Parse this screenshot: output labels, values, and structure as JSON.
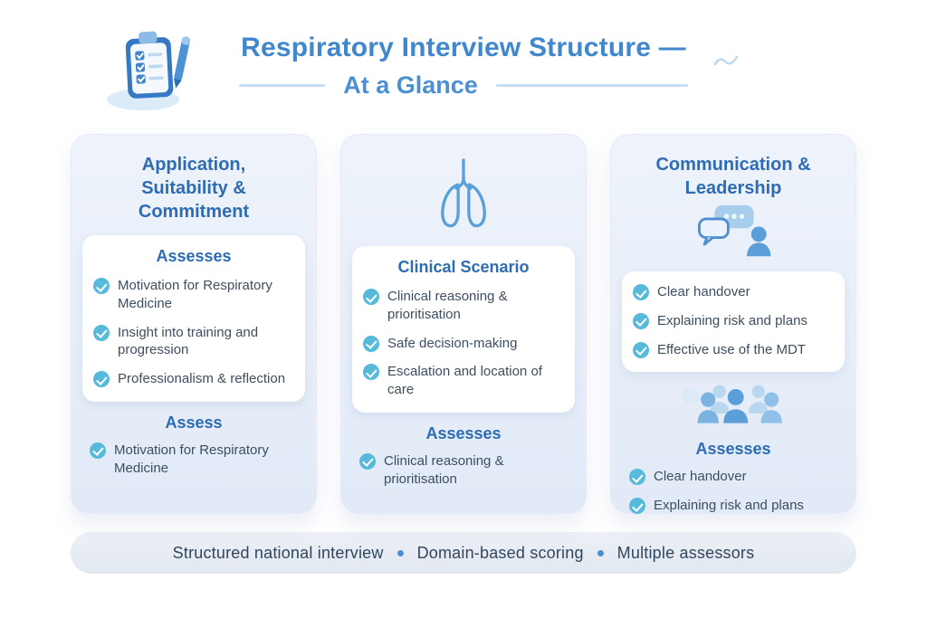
{
  "header": {
    "title_line1": "Respiratory Interview Structure —",
    "title_line2": "At a Glance",
    "icon": "clipboard-icon"
  },
  "columns": [
    {
      "title": "Application, Suitability & Commitment",
      "section1": {
        "heading": "Assesses",
        "items": [
          "Motivation for Respiratory Medicine",
          "Insight into training and progression",
          "Professionalism & reflection"
        ]
      },
      "section2": {
        "heading": "Assess",
        "items": [
          "Motivation for Respiratory Medicine"
        ]
      }
    },
    {
      "icon": "lungs-icon",
      "section1": {
        "heading": "Clinical Scenario",
        "items": [
          "Clinical reasoning & prioritisation",
          "Safe decision-making",
          "Escalation and location of care"
        ]
      },
      "section2": {
        "heading": "Assesses",
        "items": [
          "Clinical reasoning & prioritisation"
        ]
      }
    },
    {
      "title": "Communication & Leadership",
      "icon_top": "chat-bubbles-icon",
      "icon_mid": "people-group-icon",
      "section1": {
        "items": [
          "Clear handover",
          "Explaining risk and plans",
          "Effective use of the MDT"
        ]
      },
      "section2": {
        "heading": "Assesses",
        "items": [
          "Clear handover",
          "Explaining risk and plans"
        ]
      }
    }
  ],
  "footer": {
    "items": [
      "Structured national interview",
      "Domain-based scoring",
      "Multiple assessors"
    ]
  },
  "colors": {
    "title_blue": "#4187ce",
    "heading_blue": "#2d6cb3",
    "check_fill": "#57bada",
    "body_text": "#3d4e60",
    "card_bg": "#ffffff",
    "column_bg": "#e8eef8"
  },
  "icons": {
    "list_marker": "check-icon",
    "header": "clipboard-icon",
    "middle_column": "lungs-icon",
    "right_column_top": "chat-bubbles-icon",
    "right_column_mid": "people-group-icon"
  }
}
